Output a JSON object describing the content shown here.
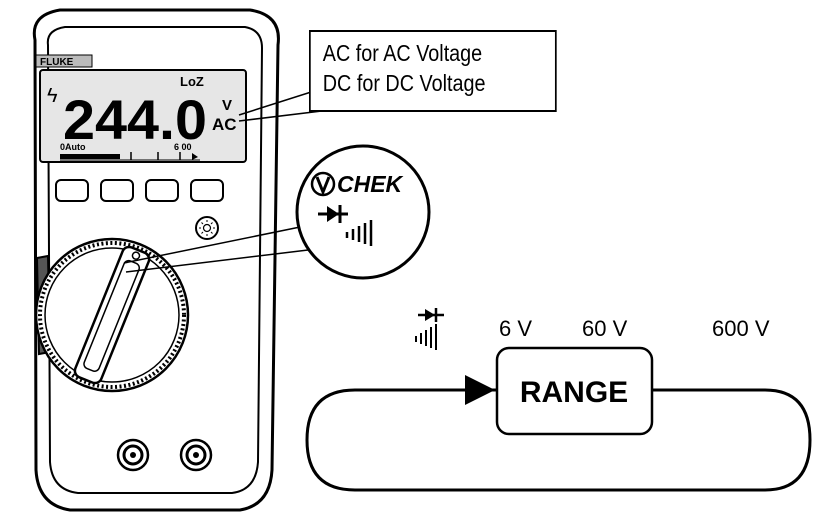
{
  "brand": "FLUKE",
  "display": {
    "reading": "244.0",
    "loz_label": "LoZ",
    "unit": "V",
    "mode": "AC",
    "auto_label": "0Auto",
    "scale_label": "6 00"
  },
  "callout": {
    "line1": "AC for AC Voltage",
    "line2": "DC for DC Voltage"
  },
  "magnifier": {
    "vchek_label": "CHEK"
  },
  "range_diagram": {
    "button_label": "RANGE",
    "steps": [
      "6 V",
      "60 V",
      "600 V"
    ]
  },
  "colors": {
    "stroke": "#000000",
    "background": "#ffffff",
    "lcd": "#e6e6e6"
  }
}
